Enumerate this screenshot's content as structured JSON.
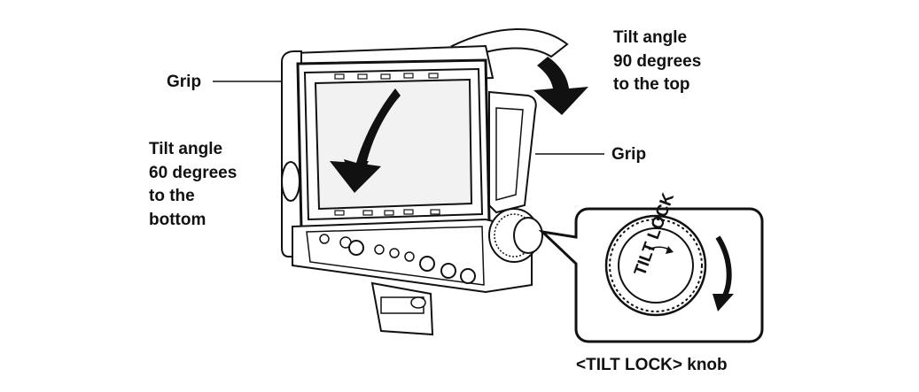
{
  "labels": {
    "grip_left": "Grip",
    "grip_right": "Grip",
    "tilt_top": [
      "Tilt angle",
      "90 degrees",
      "to the top"
    ],
    "tilt_bottom": [
      "Tilt angle",
      "60 degrees",
      "to the",
      "bottom"
    ],
    "knob_caption": "<TILT LOCK> knob",
    "knob_face_text": "TILT LOCK"
  },
  "icons": [
    "tilt-up-arrow-icon",
    "tilt-down-arrow-icon",
    "lock-rotate-arrow-icon"
  ],
  "colors": {
    "line": "#111111",
    "background": "#ffffff",
    "screen": "#f2f2f2",
    "grey": "#d8d8d8"
  }
}
